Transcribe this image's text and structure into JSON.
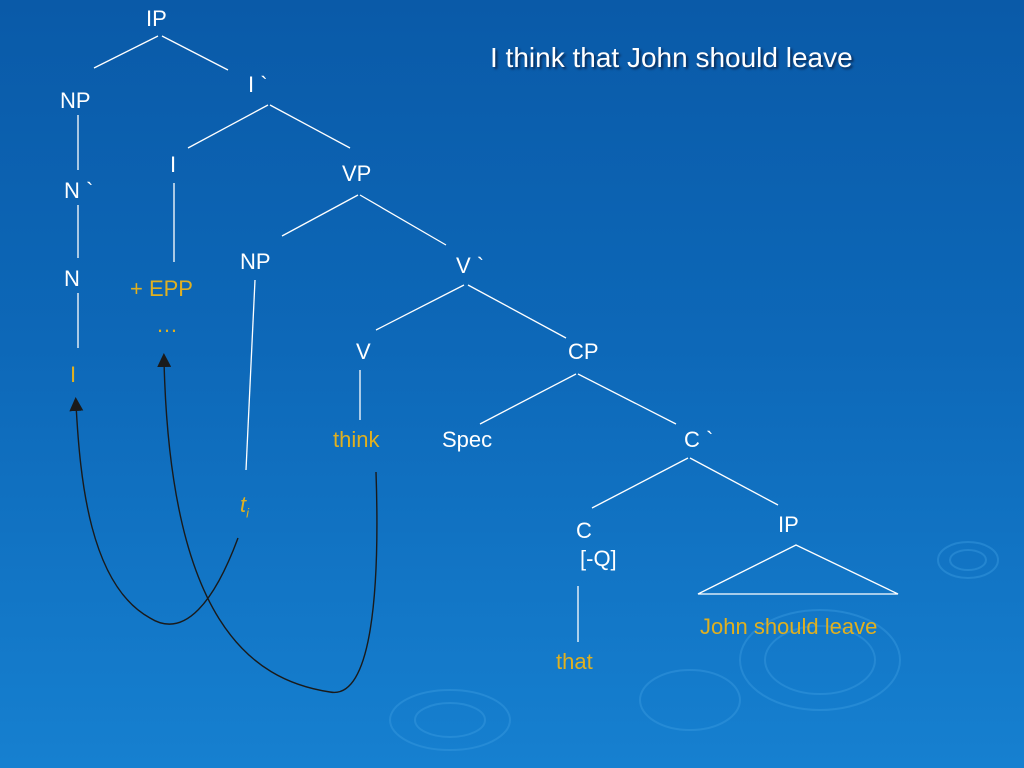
{
  "title": "I think that John should leave",
  "tree": {
    "ip_root": "IP",
    "np_subject": "NP",
    "i_bar": "I `",
    "n_bar": "N `",
    "n": "N",
    "pronoun_i": "I",
    "i_head": "I",
    "epp": "+ EPP",
    "ellipsis": "…",
    "vp": "VP",
    "np_spec_vp": "NP",
    "v_bar": "V `",
    "v": "V",
    "think": "think",
    "cp": "CP",
    "spec": "Spec",
    "c_bar": "C `",
    "c": "C",
    "q_feature": "[-Q]",
    "that": "that",
    "ip_embedded": "IP",
    "john_should_leave": "John should leave",
    "trace": "t",
    "trace_index": "i"
  },
  "colors": {
    "node": "#ffffff",
    "terminal": "#e0b020",
    "arrow": "#1a1a1a"
  }
}
